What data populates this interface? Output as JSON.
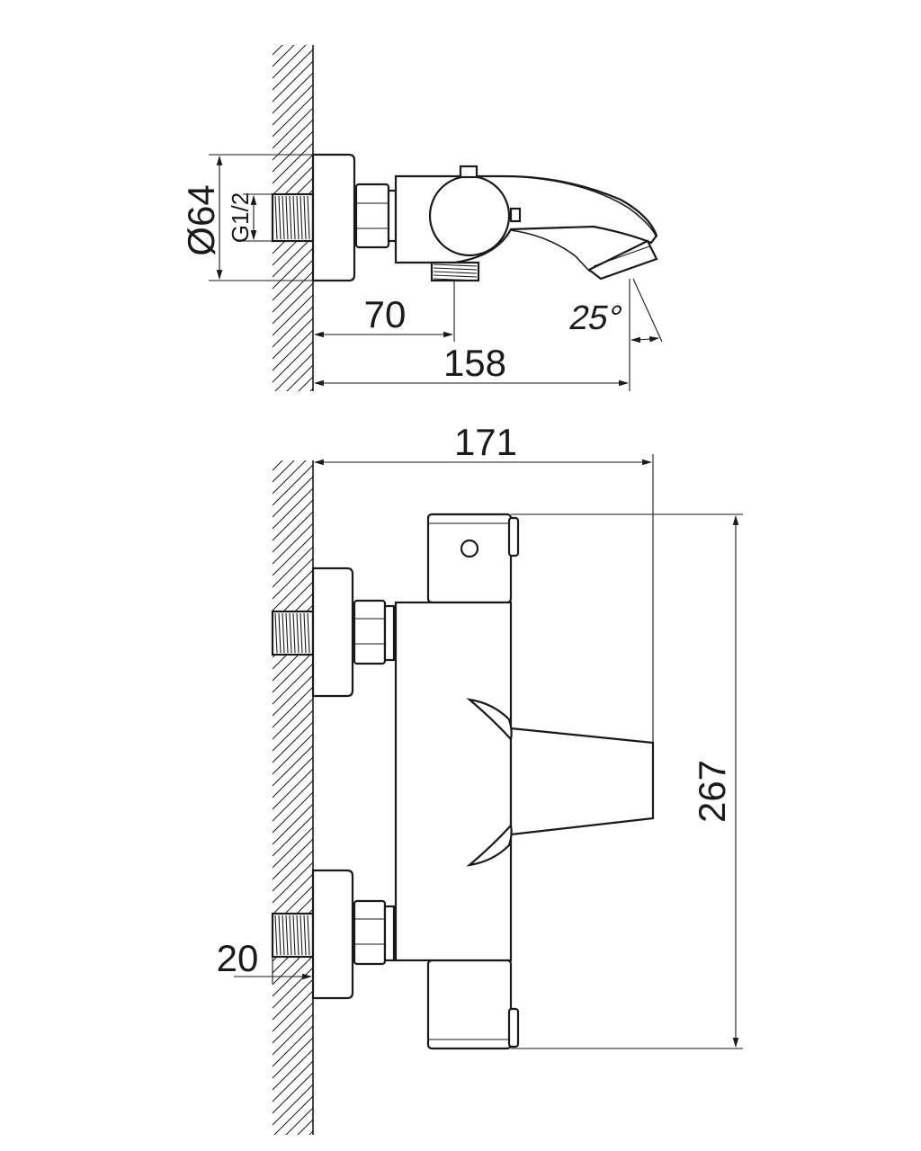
{
  "dimensions": {
    "top_view": {
      "escutcheon_diameter": "Ø64",
      "thread": "G1/2",
      "inlet_offset": "70",
      "total_depth": "158",
      "spout_angle": "25°"
    },
    "front_view": {
      "total_depth": "171",
      "height": "267",
      "inlet_projection": "20"
    }
  },
  "colors": {
    "line": "#1a1a1a",
    "background": "#ffffff"
  }
}
